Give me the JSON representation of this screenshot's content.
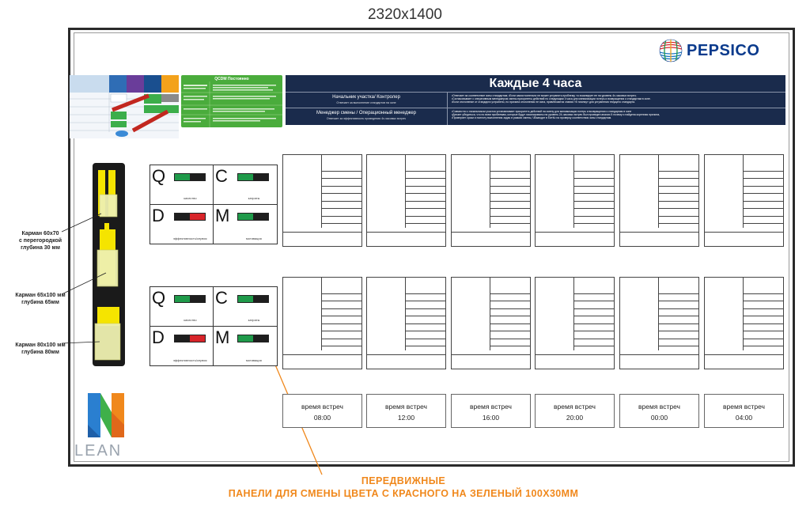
{
  "dimension_label": "2320x1400",
  "brand": {
    "name": "PEPSICO"
  },
  "lean": {
    "word": "LEAN"
  },
  "green_board": {
    "title": "QCDM Постоянно"
  },
  "banner": {
    "title": "Каждые 4 часа",
    "rows": [
      {
        "role": "Начальник участка/ Контролер",
        "sub": "Отвечает за выполнение стандартов на зоне",
        "desc": [
          "•Отвечает за соответствие зоны стандартам; •Если самостоятельно не может устранить проблему, то эскалирует ее на уровень 4х-часовых встреч;",
          "•Согласовывает с оперативным менеджером смены приоритеты действий по следующим 4 часа для минимизации потерь и возвращения к стандартам в зоне.",
          "•Если отклонение от стандарта устранено, но причина отклонения не ясна, привлекаются знания «5 почему» для устранения текущего стандарта."
        ]
      },
      {
        "role": "Менеджер смены / Операционный менеджер",
        "sub": "Отвечает за эффективность проведения 4х-часовых встреч",
        "desc": [
          "•Совместно с начальником участка устанавливает приоритеть действий на смену для минимизации потерь и возвращения к стандартам в зоне",
          "•Делает убедиться, что по всем проблемам, которые будут эскалированы на уровень 24-часовых встреч был проведен анализ 5 почему и найдена коренная причина,",
          "•Проверяет сроки и полноту выполнения задач в рамках смены, ЧВыводят в ЕитКо на проверку соответствия зоны стандартам."
        ]
      }
    ]
  },
  "qcdm_panels": [
    {
      "cells": [
        {
          "letter": "Q",
          "caption": "качество",
          "state": "green"
        },
        {
          "letter": "C",
          "caption": "затраты",
          "state": "green"
        },
        {
          "letter": "D",
          "caption": "эффективность/сервис",
          "state": "red"
        },
        {
          "letter": "M",
          "caption": "мотивация",
          "state": "green"
        }
      ]
    },
    {
      "cells": [
        {
          "letter": "Q",
          "caption": "качество",
          "state": "green"
        },
        {
          "letter": "C",
          "caption": "затраты",
          "state": "green"
        },
        {
          "letter": "D",
          "caption": "эффективность/сервис",
          "state": "red"
        },
        {
          "letter": "M",
          "caption": "мотивация",
          "state": "green"
        }
      ]
    }
  ],
  "meetings": [
    {
      "label": "время встреч",
      "time": "08:00"
    },
    {
      "label": "время встреч",
      "time": "12:00"
    },
    {
      "label": "время встреч",
      "time": "16:00"
    },
    {
      "label": "время встреч",
      "time": "20:00"
    },
    {
      "label": "время встреч",
      "time": "00:00"
    },
    {
      "label": "время встреч",
      "time": "04:00"
    }
  ],
  "callouts": [
    {
      "lines": [
        "Карман 60x70",
        "с перегородкой",
        "глубина 30 мм"
      ]
    },
    {
      "lines": [
        "Карман 65x100 мм",
        "глубина 65мм"
      ]
    },
    {
      "lines": [
        "Карман 80x100 мм",
        "глубина 80мм"
      ]
    }
  ],
  "note": {
    "line1": "ПЕРЕДВИЖНЫЕ",
    "line2": "ПАНЕЛИ ДЛЯ СМЕНЫ ЦВЕТА С КРАСНОГО НА ЗЕЛЕНЫЙ 100Х30ММ"
  },
  "colors": {
    "banner": "#1a2b4c",
    "green_board": "#4aac3c",
    "switch_green": "#1f9a4a",
    "switch_red": "#d8242a",
    "switch_dark": "#1e1e1e",
    "pocket_yellow": "#f5e400",
    "note_orange": "#f0881c"
  }
}
